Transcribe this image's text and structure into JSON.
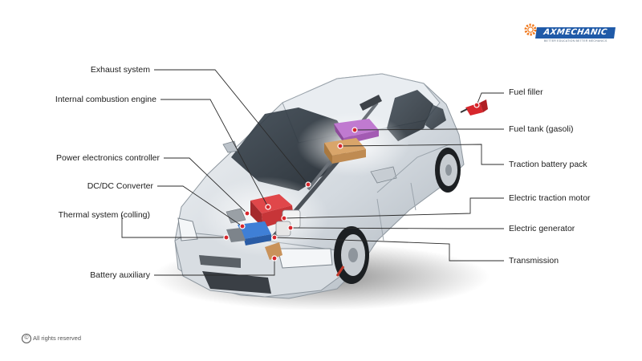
{
  "labels": {
    "left": {
      "exhaust_system": "Exhaust system",
      "internal_combustion_engine": "Internal combustion engine",
      "power_electronics_controller": "Power electronics controller",
      "dc_dc_converter": "DC/DC Converter",
      "thermal_system": "Thermal system (colling)",
      "battery_auxiliary": "Battery auxiliary"
    },
    "right": {
      "fuel_filler": "Fuel filler",
      "fuel_tank": "Fuel tank (gasoli)",
      "traction_battery_pack": "Traction battery pack",
      "electric_traction_motor": "Electric traction motor",
      "electric_generator": "Electric generator",
      "transmission": "Transmission"
    }
  },
  "logo": {
    "name": "AXMECHANIC",
    "tagline": "BETTER EDUCATION BETTER MECHANICS"
  },
  "footer": {
    "copyright_symbol": "©",
    "copyright_text": "All rights reserved"
  },
  "colors": {
    "car_body": "#dde2e7",
    "car_shadow": "#b9c0c7",
    "leader_line": "#2b2b2b",
    "marker": "#d7262c",
    "logo_blue": "#1f5aa8",
    "logo_gear": "#f07a1f"
  }
}
